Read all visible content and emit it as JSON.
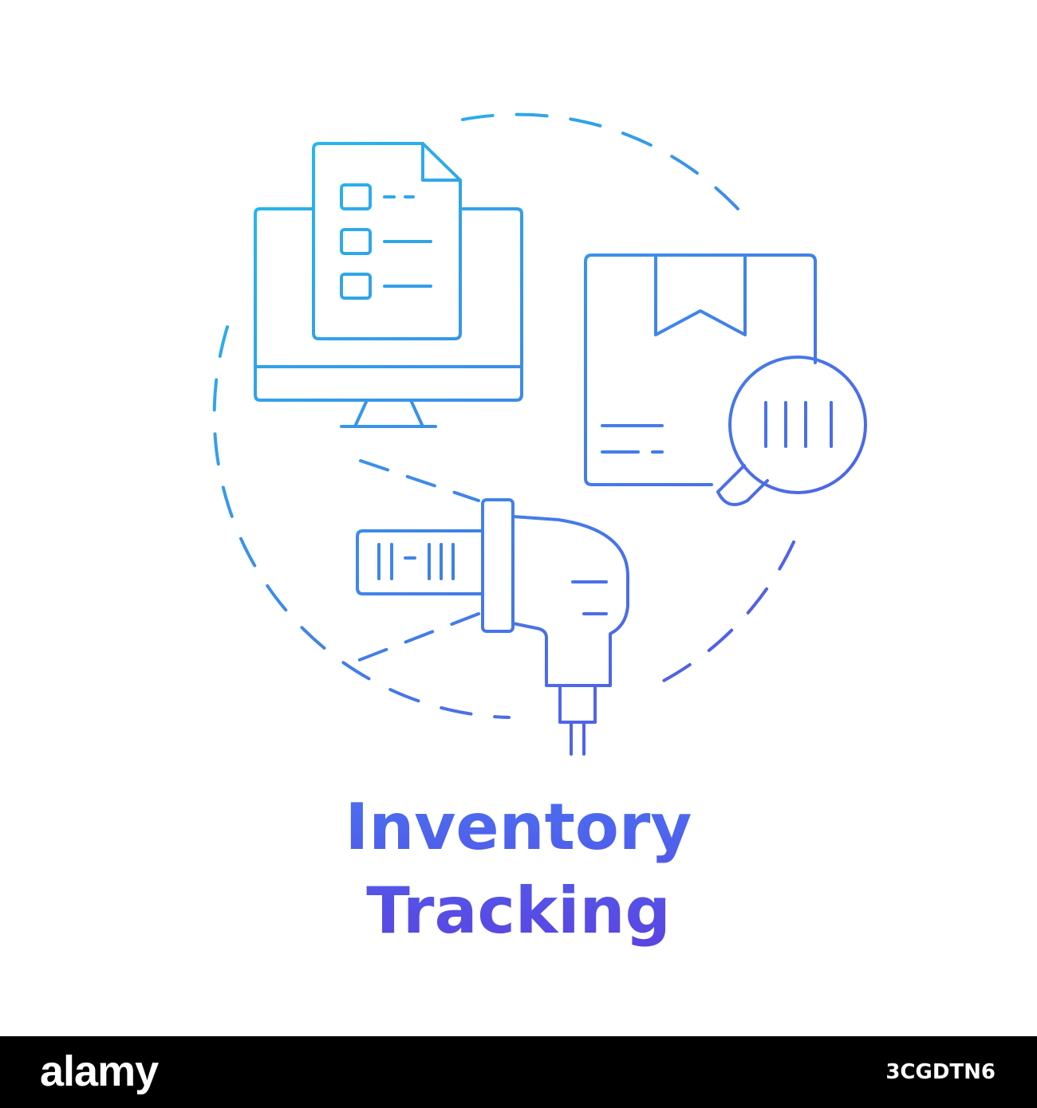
{
  "title": {
    "line1": "Inventory",
    "line2": "Tracking"
  },
  "colors": {
    "gradient_start": "#22c1ec",
    "gradient_end": "#5b4de6",
    "title_start": "#4a6ef0",
    "title_end": "#5a46e2",
    "background": "#ffffff",
    "footer_background": "#000000",
    "footer_text": "#ffffff"
  },
  "icons": [
    "dashed-circle-icon",
    "computer-checklist-icon",
    "package-box-icon",
    "magnifier-barcode-icon",
    "barcode-scanner-icon",
    "barcode-label-icon"
  ],
  "footer": {
    "logo": "alamy",
    "image_id": "3CGDTN6"
  }
}
